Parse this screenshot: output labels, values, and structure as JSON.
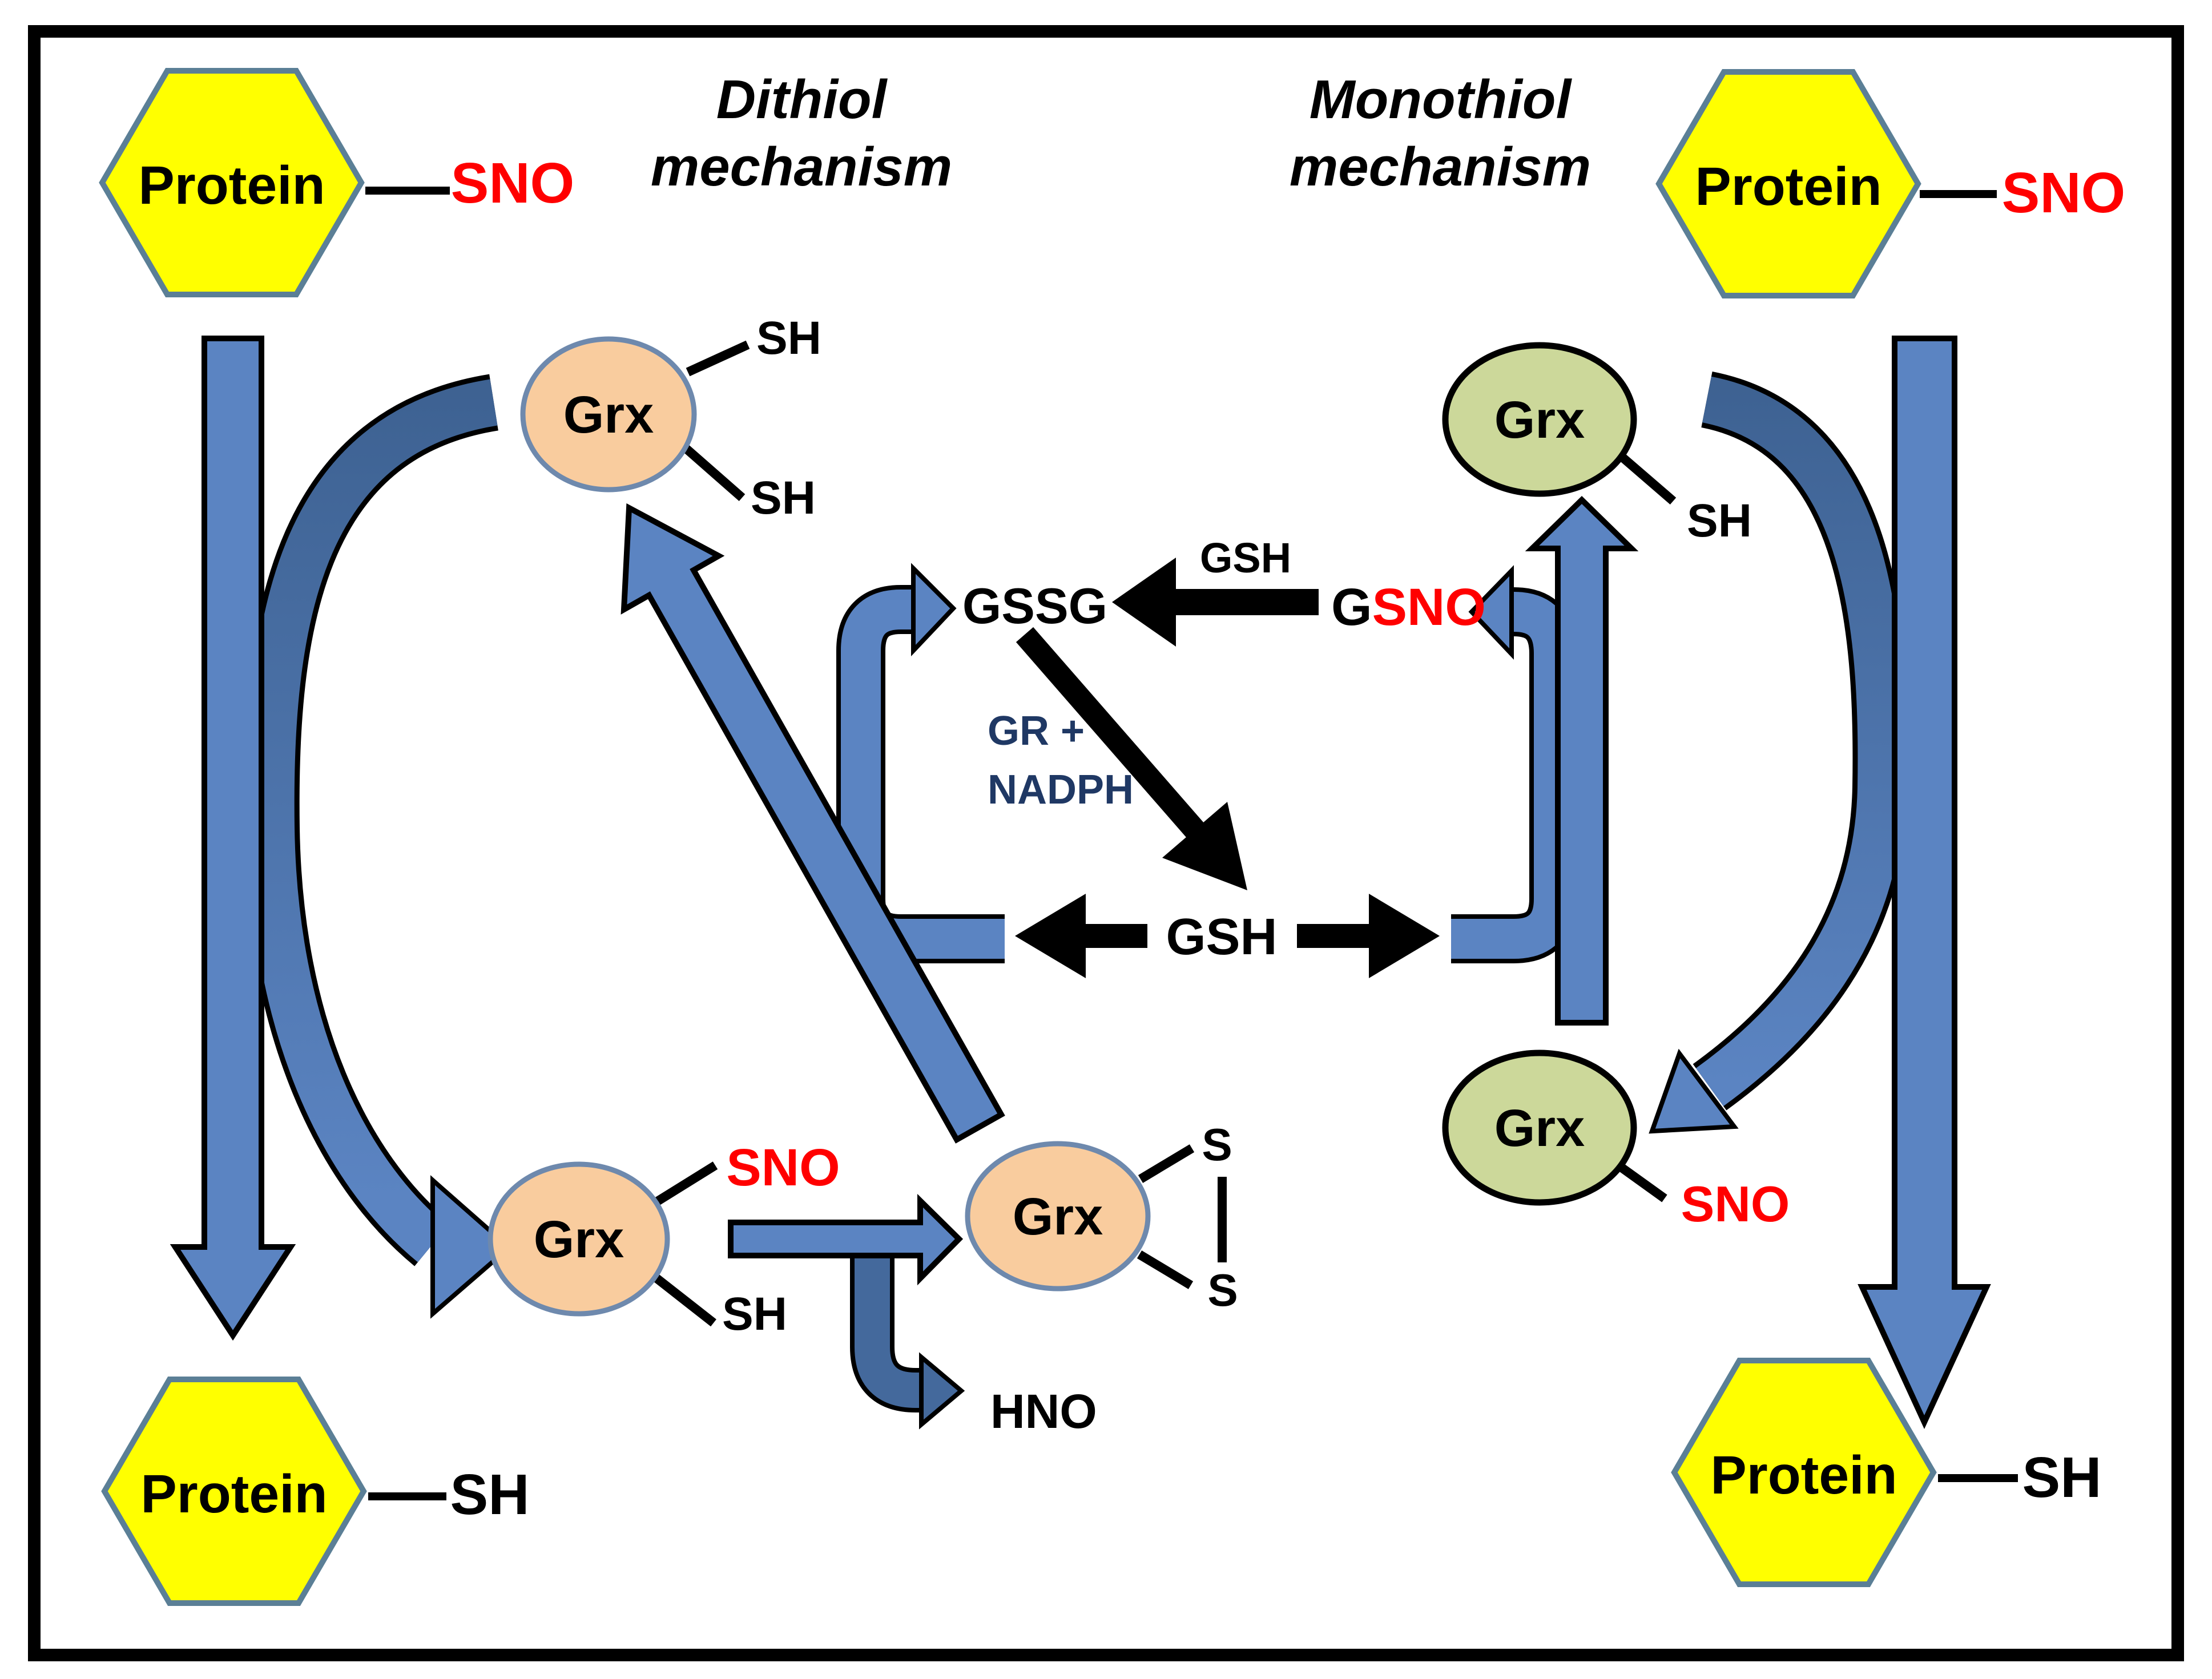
{
  "figure": {
    "type": "biochemical-pathway-diagram",
    "subject": "Glutaredoxin (Grx) protein denitrosylation mechanisms"
  },
  "titles": {
    "left": {
      "line1": "Dithiol",
      "line2": "mechanism"
    },
    "right": {
      "line1": "Monothiol",
      "line2": "mechanism"
    }
  },
  "proteins": {
    "top_left": {
      "label": "Protein",
      "modification": "SNO"
    },
    "top_right": {
      "label": "Protein",
      "modification": "SNO"
    },
    "bottom_left": {
      "label": "Protein",
      "modification": "SH"
    },
    "bottom_right": {
      "label": "Protein",
      "modification": "SH"
    }
  },
  "enzymes": {
    "dithiol_reduced": {
      "label": "Grx",
      "thiol_top": "SH",
      "thiol_bottom": "SH"
    },
    "dithiol_nitrosylated": {
      "label": "Grx",
      "nitroso": "SNO",
      "thiol": "SH"
    },
    "dithiol_disulfide": {
      "label": "Grx",
      "sulfur_top": "S",
      "sulfur_bottom": "S"
    },
    "monothiol_reduced": {
      "label": "Grx",
      "thiol": "SH"
    },
    "monothiol_nitrosylated": {
      "label": "Grx",
      "nitroso": "SNO"
    }
  },
  "metabolites": {
    "gssg": "GSSG",
    "gsh_upper": "GSH",
    "gsno_prefix": "G",
    "gsno_suffix": "SNO",
    "gsh_lower": "GSH",
    "hno": "HNO"
  },
  "cofactors": {
    "line1": "GR +",
    "line2": "NADPH"
  },
  "colors": {
    "arrow_blue": "#5b84c2",
    "arrow_dark_blue": "#44699c",
    "navy_text": "#1f3864",
    "red_text": "#ff0000",
    "hexagon_fill": "#ffff00",
    "hexagon_border": "#5b7f96",
    "dithiol_grx_fill": "#f9cc9e",
    "dithiol_grx_border": "#6e89ad",
    "monothiol_grx_fill": "#ccd89a",
    "monothiol_grx_border": "#000000"
  }
}
